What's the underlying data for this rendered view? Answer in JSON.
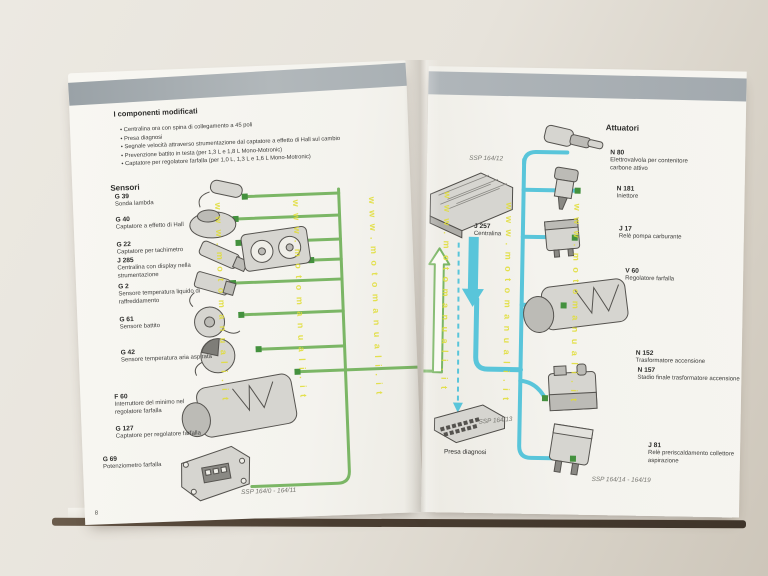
{
  "left_page": {
    "title": "I componenti modificati",
    "bullets": [
      "Centralina ora con spina di collegamento a 45 poli",
      "Presa diagnosi",
      "Segnale velocità attraverso strumentazione dal captatore a effetto di Hall sul cambio",
      "Prevenzione battito in testa (per 1,3 L e 1,8 L Mono-Motronic)",
      "Captatore per regolatore farfalla (per 1,0 L, 1,3 L e 1,6 L Mono-Motronic)"
    ],
    "sensors_heading": "Sensori",
    "sensors": [
      {
        "code": "G 39",
        "name": "Sonda lambda"
      },
      {
        "code": "G 40",
        "name": "Captatore a effetto di Hall"
      },
      {
        "code": "G 22",
        "name": "Captatore per tachimetro"
      },
      {
        "code": "J 285",
        "name": "Centralina con display nella strumentazione"
      },
      {
        "code": "G 2",
        "name": "Sensore temperatura liquido di raffreddamento"
      },
      {
        "code": "G 61",
        "name": "Sensore battito"
      },
      {
        "code": "G 42",
        "name": "Sensore temperatura aria aspirata"
      },
      {
        "code": "F 60",
        "name": "Interruttore del minimo nel regolatore farfalla"
      },
      {
        "code": "G 127",
        "name": "Captatore per regolatore farfalla"
      },
      {
        "code": "G 69",
        "name": "Potenziometro farfalla"
      }
    ],
    "figure_caption": "SSP 164/0 - 164/11",
    "page_number": "8"
  },
  "center": {
    "ecu_caption": "SSP 164/12",
    "ecu_code": "J 257",
    "ecu_name": "Centralina",
    "diag_caption": "SSP 164/13",
    "diag_label": "Presa diagnosi"
  },
  "right_page": {
    "heading": "Attuatori",
    "actuators": [
      {
        "code": "N 80",
        "name": "Elettrovalvola per contenitore carbone attivo"
      },
      {
        "code": "N 181",
        "name": "Iniettore"
      },
      {
        "code": "J 17",
        "name": "Relè pompa carburante"
      },
      {
        "code": "V 60",
        "name": "Regolatore farfalla"
      },
      {
        "code": "N 152",
        "name": "Trasformatore accensione"
      },
      {
        "code": "N 157",
        "name": "Stadio finale trasformatore accensione"
      },
      {
        "code": "J 81",
        "name": "Relè preriscaldamento collettore aspirazione"
      }
    ],
    "figure_caption": "SSP 164/14 - 164/19"
  },
  "watermark": {
    "text": "www.motomanuali.it"
  },
  "colors": {
    "sensor_line": "#7bb665",
    "actuator_line": "#59c5da",
    "connector_square": "#44913e",
    "header_band": "#a9b0b4",
    "watermark_yellow": "#e0dd35"
  }
}
